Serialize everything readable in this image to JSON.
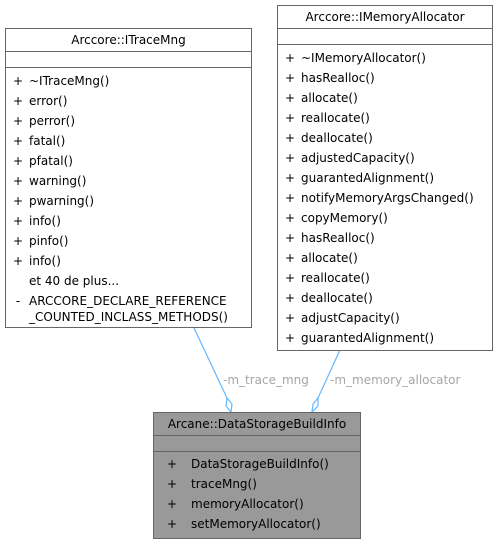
{
  "colors": {
    "edge": "#63b8ff",
    "box_border": "#666666",
    "target_fill": "#999999",
    "edge_label": "#a6a6a6"
  },
  "itracemng": {
    "title": "Arccore::ITraceMng",
    "methods": [
      {
        "vis": "+",
        "name": "~ITraceMng()"
      },
      {
        "vis": "+",
        "name": "error()"
      },
      {
        "vis": "+",
        "name": "perror()"
      },
      {
        "vis": "+",
        "name": "fatal()"
      },
      {
        "vis": "+",
        "name": "pfatal()"
      },
      {
        "vis": "+",
        "name": "warning()"
      },
      {
        "vis": "+",
        "name": "pwarning()"
      },
      {
        "vis": "+",
        "name": "info()"
      },
      {
        "vis": "+",
        "name": "pinfo()"
      },
      {
        "vis": "+",
        "name": "info()"
      },
      {
        "vis": "",
        "name": "et 40 de plus..."
      }
    ],
    "macro": {
      "vis": "-",
      "line1": "ARCCORE_DECLARE_REFERENCE",
      "line2": "_COUNTED_INCLASS_METHODS()"
    }
  },
  "imemoryallocator": {
    "title": "Arccore::IMemoryAllocator",
    "methods": [
      {
        "vis": "+",
        "name": "~IMemoryAllocator()"
      },
      {
        "vis": "+",
        "name": "hasRealloc()"
      },
      {
        "vis": "+",
        "name": "allocate()"
      },
      {
        "vis": "+",
        "name": "reallocate()"
      },
      {
        "vis": "+",
        "name": "deallocate()"
      },
      {
        "vis": "+",
        "name": "adjustedCapacity()"
      },
      {
        "vis": "+",
        "name": "guarantedAlignment()"
      },
      {
        "vis": "+",
        "name": "notifyMemoryArgsChanged()"
      },
      {
        "vis": "+",
        "name": "copyMemory()"
      },
      {
        "vis": "+",
        "name": "hasRealloc()"
      },
      {
        "vis": "+",
        "name": "allocate()"
      },
      {
        "vis": "+",
        "name": "reallocate()"
      },
      {
        "vis": "+",
        "name": "deallocate()"
      },
      {
        "vis": "+",
        "name": "adjustCapacity()"
      },
      {
        "vis": "+",
        "name": "guarantedAlignment()"
      }
    ]
  },
  "datastorage": {
    "title": "Arcane::DataStorageBuildInfo",
    "methods": [
      {
        "vis": "+",
        "name": "DataStorageBuildInfo()"
      },
      {
        "vis": "+",
        "name": "traceMng()"
      },
      {
        "vis": "+",
        "name": "memoryAllocator()"
      },
      {
        "vis": "+",
        "name": "setMemoryAllocator()"
      }
    ]
  },
  "edges": {
    "trace_label": "-m_trace_mng",
    "allocator_label": "-m_memory_allocator"
  }
}
